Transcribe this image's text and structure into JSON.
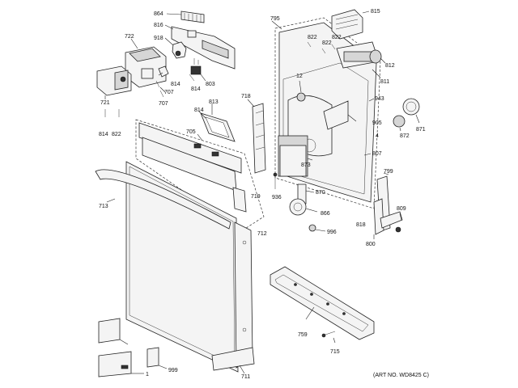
{
  "labels": {
    "l864": "864",
    "l816": "816",
    "l918": "918",
    "l722": "722",
    "l814a": "814",
    "l803": "803",
    "l814b": "814",
    "l707a": "707",
    "l707b": "707",
    "l721": "721",
    "l814c": "814",
    "l822a": "822",
    "l813": "813",
    "l814d": "814",
    "l705": "705",
    "l718": "718",
    "l713": "713",
    "l719": "719",
    "l712": "712",
    "l795": "795",
    "l815": "815",
    "l822b": "822",
    "l822c": "822",
    "l822d": "822",
    "l812": "812",
    "l811": "811",
    "l12": "12",
    "l943": "943",
    "l905": "905",
    "l4": "4",
    "l871": "871",
    "l872": "872",
    "l807": "807",
    "l873": "873",
    "l936": "936",
    "l870": "870",
    "l866": "866",
    "l996": "996",
    "l799": "799",
    "l809": "809",
    "l818": "818",
    "l800": "800",
    "l759": "759",
    "l715": "715",
    "l711": "711",
    "l999": "999",
    "l1": "1"
  },
  "art_note": "(ART NO. WD8425 C)"
}
